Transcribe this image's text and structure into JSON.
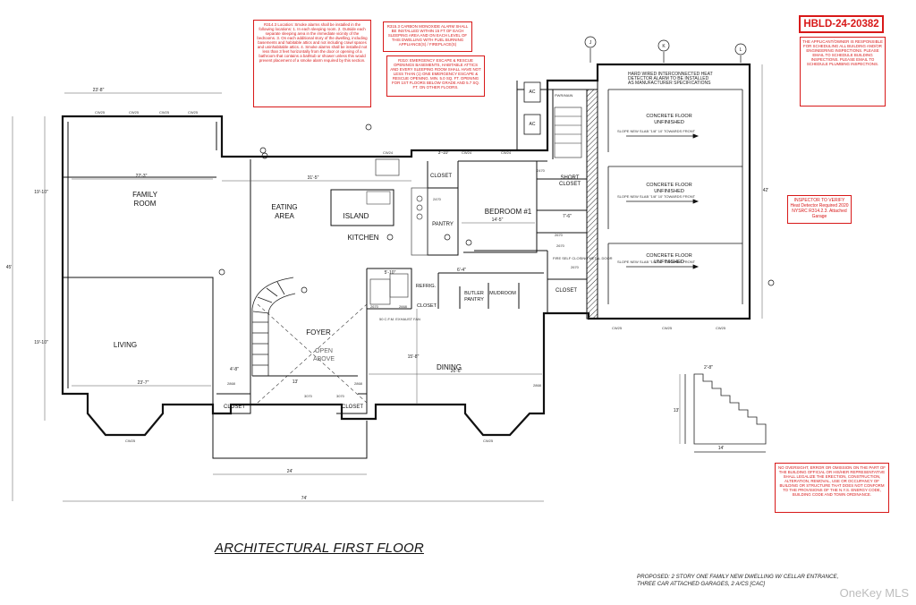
{
  "stamp": "HBLD-24-20382",
  "title": "ARCHITECTURAL FIRST FLOOR",
  "proposed_note": "PROPOSED: 2 STORY ONE FAMILY NEW DWELLING W/ CELLAR ENTRANCE, THREE CAR ATTACHED GARAGES, 2 A/CS [CAC]",
  "watermark": "OneKey MLS",
  "notes": {
    "smoke": "R314.3 Location: Smoke alarms shall be installed in the following locations: 1. In each sleeping room. 2. Outside each separate sleeping area in the immediate vicinity of the bedrooms. 3. On each additional story of the dwelling, including basements and habitable attics and not including crawl spaces and uninhabitable attics. 4. Smoke alarms shall be installed not less than 3 feet horizontally from the door or opening of a bathroom that contains a bathtub or shower unless this would prevent placement of a smoke alarm required by this section.",
    "co": "R315.3 CARBON MONOXIDE ALARM SHALL BE INSTALLED WITHIN 15 FT OF EACH SLEEPING AREA AND ON EACH LEVEL OF THIS DWELLING WITH FUEL BURNING APPLIANCE(S) / FIREPLACE(S)",
    "egress": "R310: EMERGENCY ESCAPE & RESCUE OPENINGS BASEMENTS, HABITABLE ATTICS AND EVERY SLEEPING ROOM SHALL HAVE NOT LESS THAN (1) ONE EMERGENCY ESCAPE & RESCUE OPENING. MIN. 5.0 SQ. FT. OPENING FOR 1ST FLOORS BELOW GRADE AND 5.7 SQ. FT. ON OTHER FLOORS.",
    "applicant": "THE APPLICANT/OWNER IS RESPONSIBLE FOR SCHEDULING ALL BUILDING AND/OR ENGINEERING INSPECTIONS. PLEASE EMAIL TO SCHEDULE BUILDING INSPECTIONS. PLEASE EMAIL TO SCHEDULE PLUMBING INSPECTIONS.",
    "inspector": "INSPECTOR TO VERIFY Heat Detector Required 2020 NYSRC R314.2.3. Attached Garage",
    "oversight": "NO OVERSIGHT, ERROR OR OMISSION ON THE PART OF THE BUILDING OFFICIAL OR HIS/HER REPRESENTATIVE SHALL LEGALIZE THE ERECTION, CONSTRUCTION, ALTERATION, REMOVAL, USE OR OCCUPANCY OF BUILDING OR STRUCTURE THAT DOES NOT CONFORM TO THE PROVISIONS OF THE N.Y.S. ENERGY CODE, BUILDING CODE AND TOWN ORDINANCE.",
    "heat_detector": "HARD WIRED INTERCONNECTED HEAT DETECTOR ALARM TO BE INSTALLED AS MANUFACTURER SPECIFICATIONS"
  },
  "rooms": {
    "family": "FAMILY",
    "family2": "ROOM",
    "eating": "EATING",
    "eating2": "AREA",
    "island": "ISLAND",
    "kitchen": "KITCHEN",
    "bedroom": "BEDROOM #1",
    "pantry": "PANTRY",
    "closet": "CLOSET",
    "short_closet": "SHORT",
    "short_closet2": "CLOSET",
    "living": "LIVING",
    "foyer": "FOYER",
    "open": "OPEN",
    "above": "ABOVE",
    "dining": "DINING",
    "refrig": "REFRIG.",
    "butler": "BUTLER",
    "butler2": "PANTRY",
    "mudroom": "MUDROOM",
    "exhaust": "50 C.F.M. EXHAUST FAN",
    "fire_door": "FIRE SELF CLOSING METAL DOOR",
    "garage_floor": "CONCRETE FLOOR",
    "garage_unf": "UNFINISHED",
    "slope": "SLOPE NEW SLAB \"1/8\" 10' TOWARDS FRONT",
    "ac": "AC",
    "pwr": "PWR/MAIN"
  },
  "grid_markers": [
    "J",
    "K",
    "L"
  ],
  "dimensions": {
    "top_overall": "23'-8\"",
    "family_width": "22'-3\"",
    "mid_width": "31'-5\"",
    "bedroom_width": "14'-5\"",
    "living_width": "23'-7\"",
    "dining_width": "26'-6\"",
    "porch_width": "24'",
    "overall_width": "74'",
    "left_depth_1": "19'-10\"",
    "left_depth_2": "19'-10\"",
    "overall_depth": "45'",
    "garage_depth": "42'",
    "stair_depth": "14'",
    "stair_height": "13'",
    "d_3_10": "3'-10\"",
    "d_5_10": "5'-10\"",
    "d_6_4": "6'-4\"",
    "d_4_8": "4'-8\"",
    "d_13": "13'",
    "d_15_8": "15'-8\"",
    "d_2_8": "2'-8\"",
    "d_7_6": "7'-6\""
  },
  "door_tags": [
    "2470",
    "2670",
    "2670",
    "2868",
    "2668",
    "2670",
    "2470",
    "2670",
    "2868",
    "3070",
    "3070",
    "2868"
  ],
  "window_tags": [
    "CW25",
    "CW25",
    "CW25",
    "CW25",
    "CW24",
    "CW24",
    "CW24",
    "CW25",
    "CW25",
    "CW25",
    "CW25",
    "CW25"
  ]
}
